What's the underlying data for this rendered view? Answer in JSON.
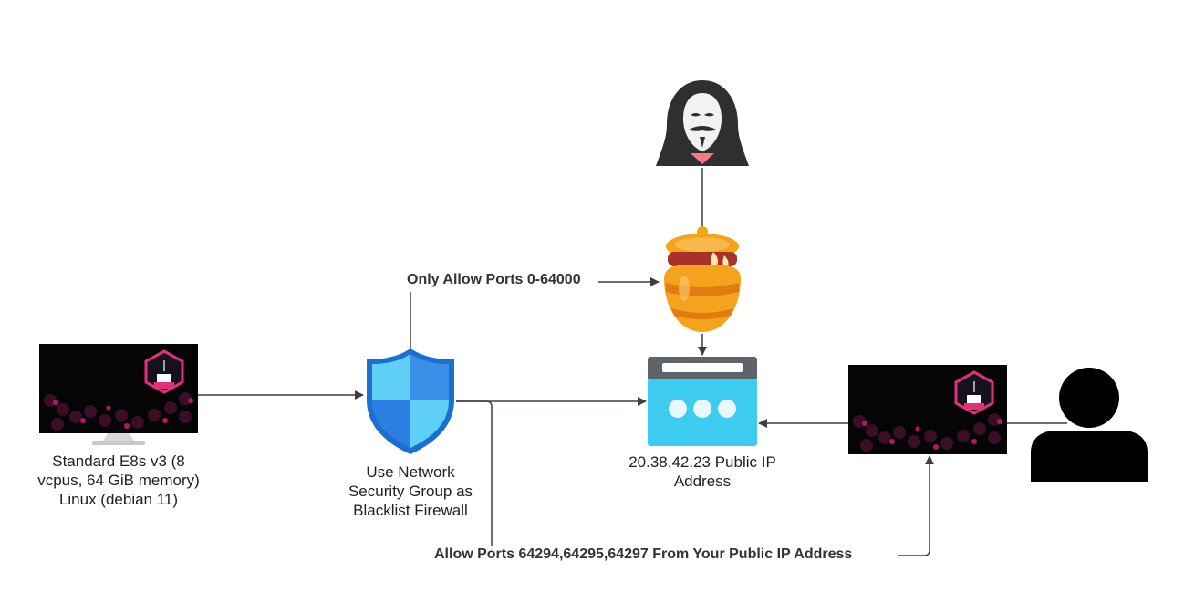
{
  "nodes": {
    "source_vm": {
      "label": "Standard E8s v3 (8 vcpus, 64 GiB memory) Linux (debian 11)",
      "icon": "tpot-monitor-icon"
    },
    "firewall": {
      "label": "Use Network Security Group as Blacklist Firewall",
      "icon": "azure-nsg-shield-icon"
    },
    "attacker": {
      "icon": "anonymous-hacker-icon"
    },
    "honeypot": {
      "icon": "honey-pot-icon"
    },
    "public_ip": {
      "label": "20.38.42.23 Public IP Address",
      "icon": "public-ip-icon"
    },
    "user_dashboard": {
      "icon": "tpot-screen-icon"
    },
    "user": {
      "icon": "user-silhouette-icon"
    }
  },
  "edges": {
    "allow_all": {
      "label": "Only Allow Ports 0-64000"
    },
    "allow_admin": {
      "label": "Allow Ports 64294,64295,64297 From Your Public IP Address"
    }
  },
  "colors": {
    "line": "#3a3f47",
    "shield_dark": "#1b6fd1",
    "shield_light": "#5fd0f5",
    "ip_cyan": "#3ecbf0",
    "ip_gray": "#5f646c",
    "tpot_pink": "#e0307a",
    "pot_orange": "#f5a21c"
  }
}
